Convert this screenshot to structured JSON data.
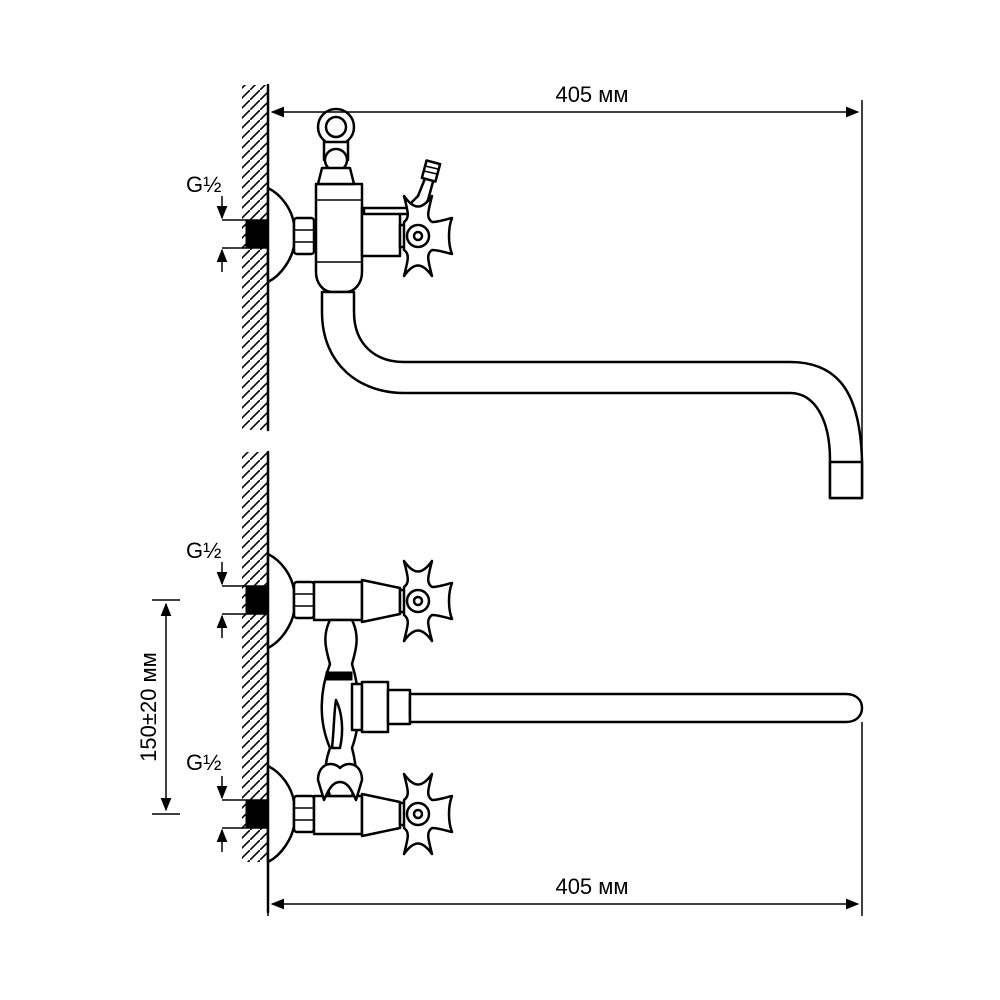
{
  "labels": {
    "top_dimension": "405 мм",
    "bottom_dimension": "405 мм",
    "thread_top": "G½",
    "thread_bottom_upper": "G½",
    "thread_bottom_lower": "G½",
    "spacing": "150±20 мм"
  }
}
